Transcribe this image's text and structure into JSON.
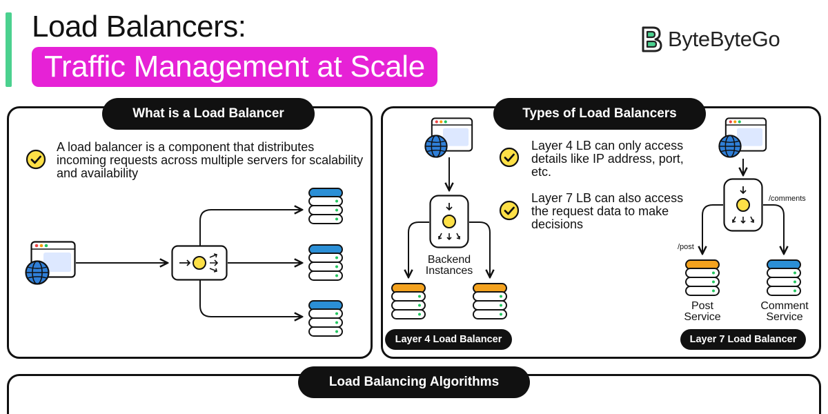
{
  "header": {
    "title_line1": "Load Balancers:",
    "title_line2": "Traffic Management at Scale",
    "brand": "ByteByteGo",
    "accent_color": "#4bd18f",
    "highlight_color": "#e622d6"
  },
  "what_is": {
    "heading": "What is a Load Balancer",
    "description": "A load balancer is a component that distributes incoming requests across multiple servers for scalability and availability"
  },
  "types": {
    "heading": "Types of Load Balancers",
    "layer4_point": "Layer 4 LB can only access details like IP address, port, etc.",
    "layer7_point": "Layer 7 LB can also access the request data to make decisions",
    "backend_label": "Backend Instances",
    "layer4_badge": "Layer 4 Load Balancer",
    "layer7_badge": "Layer 7 Load Balancer",
    "route_post": "/post",
    "route_comments": "/comments",
    "post_service": "Post Service",
    "comment_service": "Comment Service"
  },
  "algorithms": {
    "heading": "Load Balancing Algorithms"
  },
  "icons": [
    "check-icon",
    "browser-icon",
    "globe-icon",
    "server-icon",
    "load-balancer-icon",
    "bytebytego-logo-icon"
  ],
  "colors": {
    "server_blue": "#2b8fd6",
    "server_orange": "#f4a21e",
    "lb_core": "#fde047",
    "check_fill": "#fde047",
    "globe": "#2f7fd8",
    "browser_screen": "#dde8ff"
  }
}
